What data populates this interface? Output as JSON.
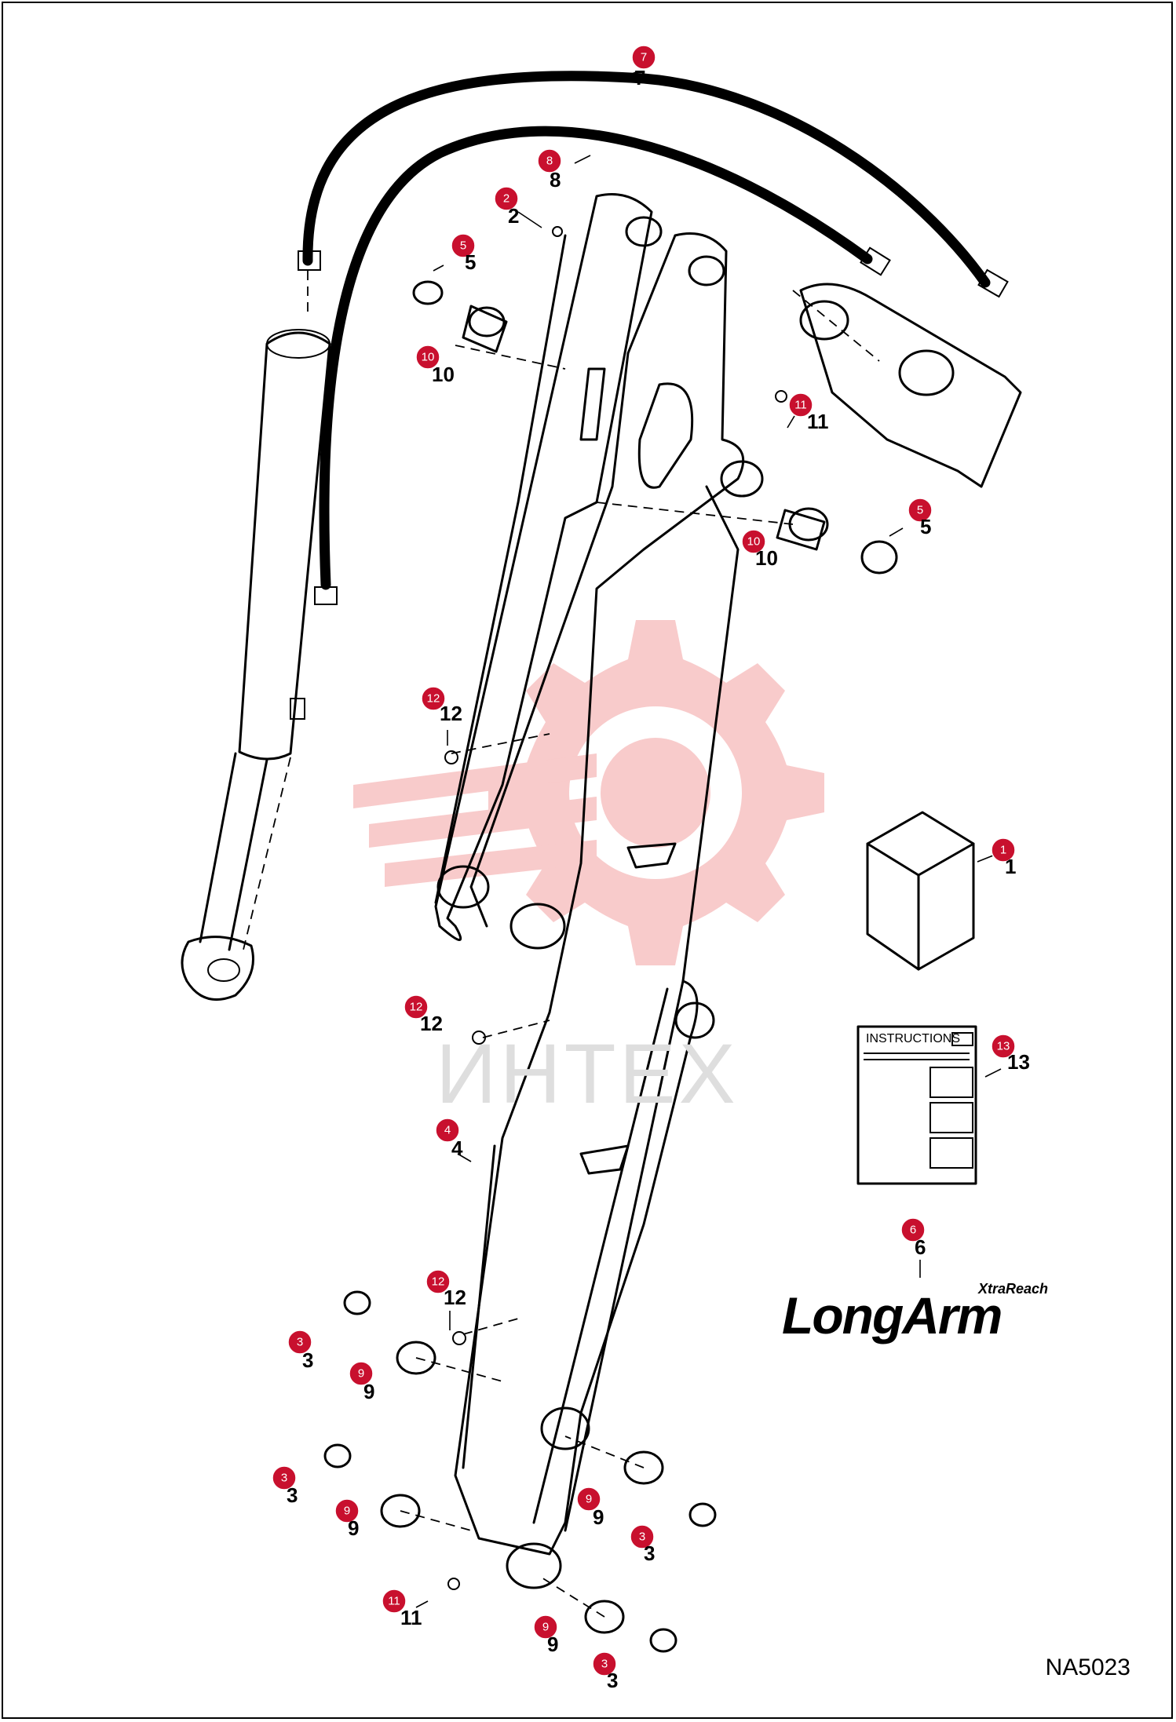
{
  "diagram": {
    "watermark_text": "ИНТЕХ",
    "drawing_code": "NA5023",
    "instructions_label": "INSTRUCTIONS",
    "logo": {
      "main": "LongArm",
      "sub": "XtraReach"
    },
    "callouts": [
      "7",
      "8",
      "2",
      "5",
      "10",
      "11",
      "5",
      "10",
      "12",
      "1",
      "12",
      "13",
      "4",
      "6",
      "12",
      "3",
      "9",
      "3",
      "9",
      "9",
      "3",
      "11",
      "9",
      "3"
    ],
    "part_numbers": [
      "7",
      "8",
      "2",
      "5",
      "10",
      "11",
      "5",
      "10",
      "12",
      "1",
      "12",
      "13",
      "4",
      "6",
      "12",
      "3",
      "9",
      "3",
      "9",
      "9",
      "3",
      "11",
      "9",
      "3"
    ],
    "colors": {
      "callout": "#c8102e",
      "watermark": "#f7c2c2"
    }
  }
}
